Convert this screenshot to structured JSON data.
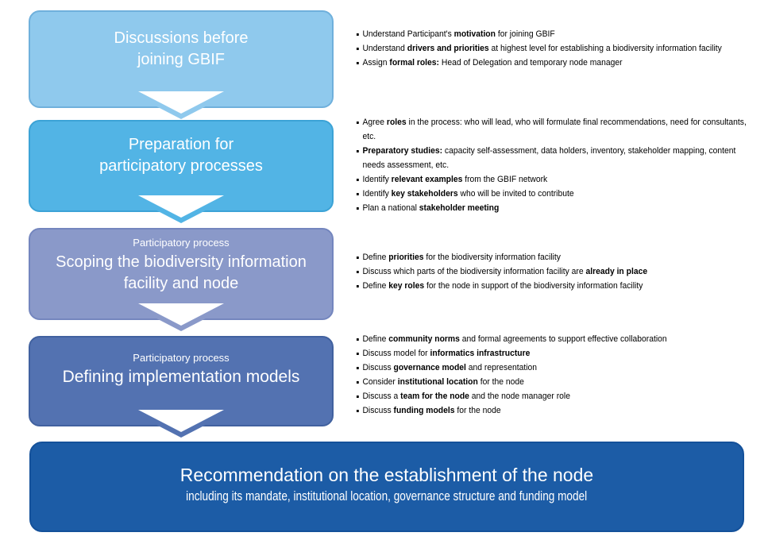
{
  "colors": {
    "background": "#ffffff",
    "bullet_text": "#000000",
    "box_text": "#ffffff"
  },
  "stages": [
    {
      "title": "Discussions before\njoining GBIF",
      "fill": "#8FC9ED",
      "border": "#6FB0DC",
      "bullets": [
        [
          {
            "t": "Understand Participant's "
          },
          {
            "t": "motivation",
            "b": true
          },
          {
            "t": " for joining GBIF"
          }
        ],
        [
          {
            "t": "Understand "
          },
          {
            "t": "drivers and priorities",
            "b": true
          },
          {
            "t": " at highest level for establishing a biodiversity information facility"
          }
        ],
        [
          {
            "t": "Assign "
          },
          {
            "t": "formal roles:",
            "b": true
          },
          {
            "t": " Head of Delegation and temporary node manager"
          }
        ]
      ]
    },
    {
      "title": "Preparation for\nparticipatory processes",
      "fill": "#52B4E5",
      "border": "#3CA3D6",
      "bullets": [
        [
          {
            "t": "Agree "
          },
          {
            "t": "roles",
            "b": true
          },
          {
            "t": " in the process: who will lead, who will formulate final recommendations, need for consultants, etc."
          }
        ],
        [
          {
            "t": "Preparatory studies:",
            "b": true
          },
          {
            "t": " capacity self-assessment, data holders, inventory, stakeholder mapping, content needs assessment, etc."
          }
        ],
        [
          {
            "t": "Identify "
          },
          {
            "t": "relevant examples",
            "b": true
          },
          {
            "t": " from the GBIF network"
          }
        ],
        [
          {
            "t": "Identify "
          },
          {
            "t": "key stakeholders",
            "b": true
          },
          {
            "t": " who will be invited to contribute"
          }
        ],
        [
          {
            "t": "Plan a national "
          },
          {
            "t": "stakeholder meeting",
            "b": true
          }
        ]
      ]
    },
    {
      "subtop": "Participatory process",
      "title": "Scoping the biodiversity information\nfacility and node",
      "fill": "#8A99C9",
      "border": "#7486BE",
      "bullets": [
        [
          {
            "t": "Define "
          },
          {
            "t": "priorities",
            "b": true
          },
          {
            "t": " for the biodiversity information facility"
          }
        ],
        [
          {
            "t": "Discuss which parts of the biodiversity information facility are "
          },
          {
            "t": "already in place",
            "b": true
          }
        ],
        [
          {
            "t": "Define "
          },
          {
            "t": "key roles",
            "b": true
          },
          {
            "t": " for the node in support of the biodiversity information facility"
          }
        ]
      ]
    },
    {
      "subtop": "Participatory process",
      "title": "Defining implementation models",
      "fill": "#5372B1",
      "border": "#41619F",
      "bullets": [
        [
          {
            "t": "Define "
          },
          {
            "t": "community norms",
            "b": true
          },
          {
            "t": " and formal agreements to support effective collaboration"
          }
        ],
        [
          {
            "t": "Discuss model for "
          },
          {
            "t": "informatics infrastructure",
            "b": true
          }
        ],
        [
          {
            "t": "Discuss "
          },
          {
            "t": "governance model",
            "b": true
          },
          {
            "t": " and representation"
          }
        ],
        [
          {
            "t": "Consider "
          },
          {
            "t": "institutional location",
            "b": true
          },
          {
            "t": " for the node"
          }
        ],
        [
          {
            "t": "Discuss a "
          },
          {
            "t": "team for the node",
            "b": true
          },
          {
            "t": " and the node manager role"
          }
        ],
        [
          {
            "t": "Discuss "
          },
          {
            "t": "funding models",
            "b": true
          },
          {
            "t": " for the node"
          }
        ]
      ]
    }
  ],
  "final": {
    "title": "Recommendation on the establishment of the node",
    "subtitle": "including its mandate, institutional location, governance structure and funding model",
    "fill": "#1C5CA6",
    "border": "#14519A"
  }
}
